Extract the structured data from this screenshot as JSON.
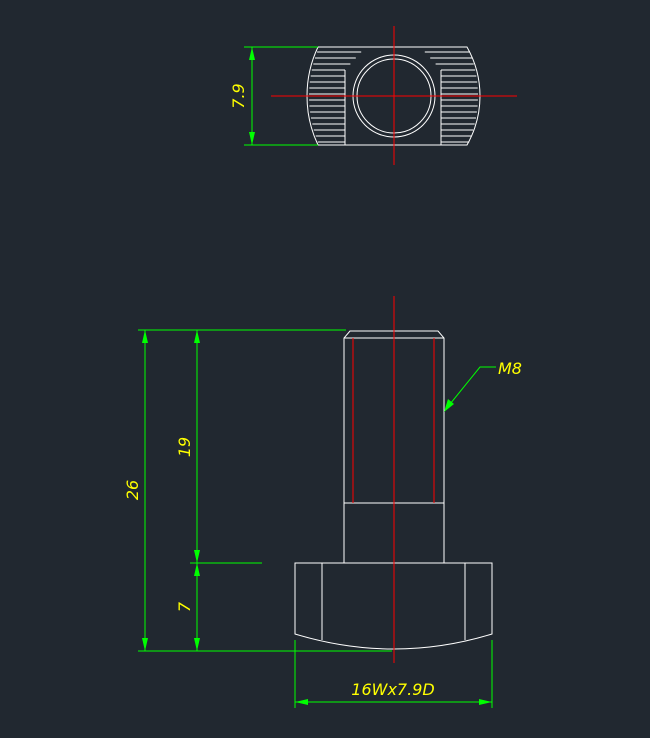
{
  "colors": {
    "background": "#212830",
    "geometry": "#ffffff",
    "centerline": "#ff0000",
    "dimension": "#00ff00",
    "text": "#ffff00"
  },
  "top_view": {
    "dim_height": "7.9"
  },
  "front_view": {
    "dim_total": "26",
    "dim_thread": "19",
    "dim_head": "7",
    "thread_label": "M8",
    "dim_width": "16Wx7.9D"
  }
}
